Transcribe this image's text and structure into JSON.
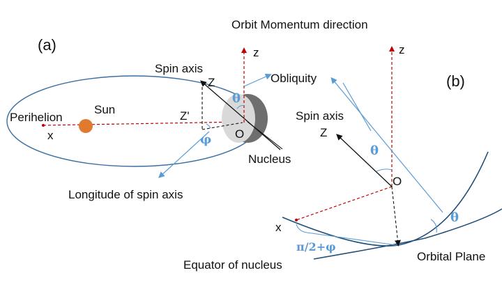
{
  "colors": {
    "orbit_blue": "#3a6fa3",
    "light_blue": "#5b9bd5",
    "dark_navy": "#1f4e79",
    "red_dashed": "#c00000",
    "sun_orange": "#e07a2f",
    "nucleus_light": "#d9d9d9",
    "nucleus_dark": "#6e6e6e"
  },
  "labels": {
    "panel_a": "(a)",
    "panel_b": "(b)",
    "title_top": "Orbit Momentum direction",
    "perihelion": "Perihelion",
    "sun": "Sun",
    "x_a": "x",
    "spin_axis_a": "Spin axis",
    "Z_a": "Z",
    "Zprime": "Z'",
    "O_a": "O",
    "nucleus": "Nucleus",
    "z_a": "z",
    "obliquity": "Obliquity",
    "longitude": "Longitude of spin axis",
    "theta_a": "θ",
    "phi_a": "φ",
    "z_b": "z",
    "spin_axis_b": "Spin axis",
    "Z_b": "Z",
    "O_b": "O",
    "theta_b1": "θ",
    "theta_b2": "θ",
    "x_b": "x",
    "pi_phi": "π/2+φ",
    "equator": "Equator of nucleus",
    "orbital_plane": "Orbital Plane"
  }
}
